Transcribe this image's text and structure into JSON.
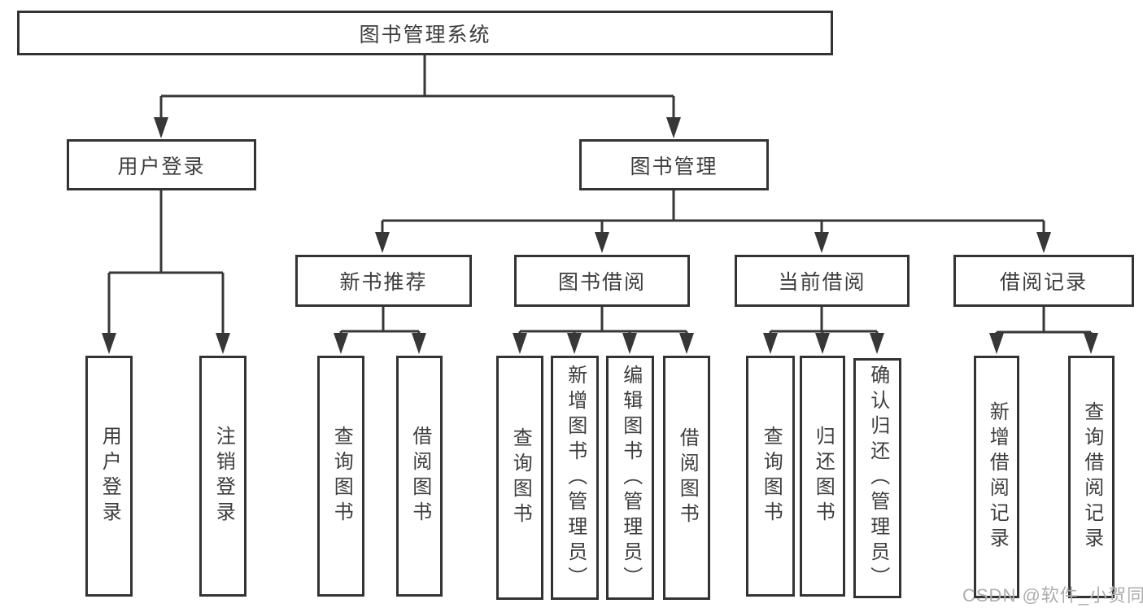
{
  "diagram": {
    "root": {
      "label": "图书管理系统"
    },
    "branches": [
      {
        "label": "用户登录",
        "children": [
          {
            "label": "用户登录"
          },
          {
            "label": "注销登录"
          }
        ]
      },
      {
        "label": "图书管理",
        "children": [
          {
            "label": "新书推荐",
            "children": [
              {
                "label": "查询图书"
              },
              {
                "label": "借阅图书"
              }
            ]
          },
          {
            "label": "图书借阅",
            "children": [
              {
                "label": "查询图书"
              },
              {
                "label": "新增图书（管理员）"
              },
              {
                "label": "编辑图书（管理员）"
              },
              {
                "label": "借阅图书"
              }
            ]
          },
          {
            "label": "当前借阅",
            "children": [
              {
                "label": "查询图书"
              },
              {
                "label": "归还图书"
              },
              {
                "label": "确认归还（管理员）"
              }
            ]
          },
          {
            "label": "借阅记录",
            "children": [
              {
                "label": "新增借阅记录"
              },
              {
                "label": "查询借阅记录"
              }
            ]
          }
        ]
      }
    ],
    "watermark": "CSDN @软件_小贺同学",
    "colors": {
      "line": "#373737",
      "box_border": "#333333",
      "box_fill": "#ffffff",
      "text": "#3d3d3d",
      "watermark": "#adadad",
      "background": "#ffffff"
    }
  }
}
